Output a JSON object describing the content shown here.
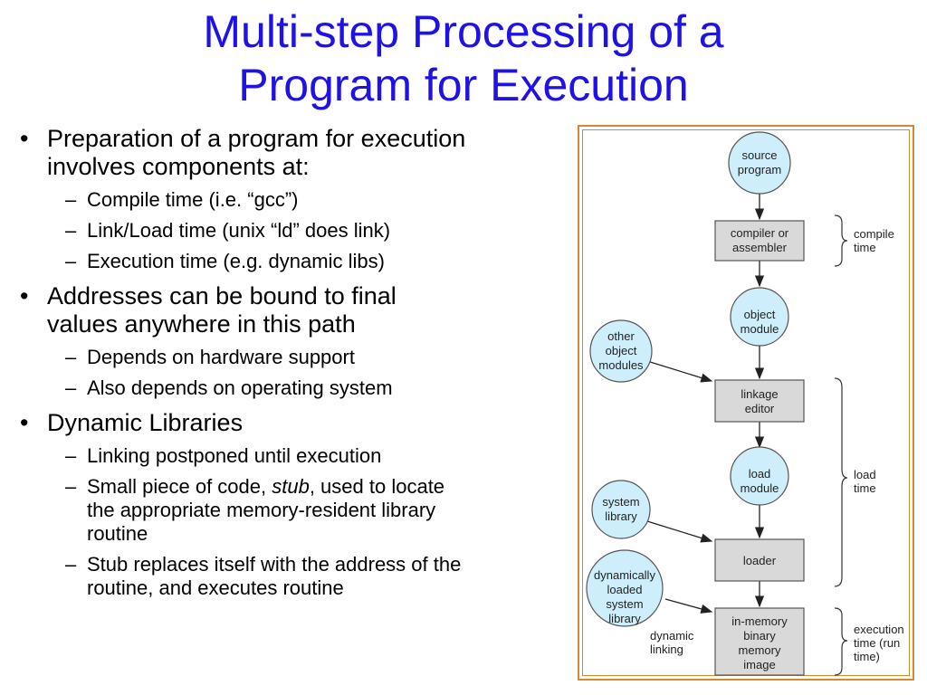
{
  "title": {
    "line1": "Multi-step Processing of a",
    "line2": "Program for Execution"
  },
  "bullets": [
    {
      "lines": [
        "Preparation of a program for execution",
        "involves components at:"
      ],
      "subs": [
        {
          "lines": [
            "Compile time (i.e. “gcc”)"
          ]
        },
        {
          "lines": [
            "Link/Load time (unix “ld” does link)"
          ]
        },
        {
          "lines": [
            "Execution time (e.g. dynamic libs)"
          ]
        }
      ]
    },
    {
      "lines": [
        "Addresses can be bound to final",
        "values anywhere in this path"
      ],
      "subs": [
        {
          "lines": [
            "Depends on hardware support"
          ]
        },
        {
          "lines": [
            "Also depends on operating system"
          ]
        }
      ]
    },
    {
      "lines": [
        "Dynamic Libraries"
      ],
      "subs": [
        {
          "lines": [
            "Linking postponed until execution"
          ]
        },
        {
          "lines": [
            "Small piece of code, ",
            "the appropriate memory-resident library",
            "routine"
          ],
          "em": "stub",
          "after": ", used to locate"
        },
        {
          "lines": [
            "Stub replaces itself with the address of the",
            "routine, and executes routine"
          ]
        }
      ]
    }
  ],
  "diagram": {
    "nodes": {
      "source_program": [
        "source",
        "program"
      ],
      "compiler": [
        "compiler or",
        "assembler"
      ],
      "object_module": [
        "object",
        "module"
      ],
      "other_object_modules": [
        "other",
        "object",
        "modules"
      ],
      "linkage_editor": [
        "linkage",
        "editor"
      ],
      "load_module": [
        "load",
        "module"
      ],
      "system_library": [
        "system",
        "library"
      ],
      "loader": [
        "loader"
      ],
      "dynamically_loaded": [
        "dynamically",
        "loaded",
        "system",
        "library"
      ],
      "in_memory": [
        "in-memory",
        "binary",
        "memory",
        "image"
      ]
    },
    "labels": {
      "compile_time": [
        "compile",
        "time"
      ],
      "load_time": [
        "load",
        "time"
      ],
      "execution_time": [
        "execution",
        "time (run",
        "time)"
      ],
      "dynamic_linking": [
        "dynamic",
        "linking"
      ]
    },
    "colors": {
      "circle_fill": "#cdeefa",
      "box_fill": "#d9d9d9",
      "border": "#d4882f",
      "title": "#1f12e6"
    }
  }
}
